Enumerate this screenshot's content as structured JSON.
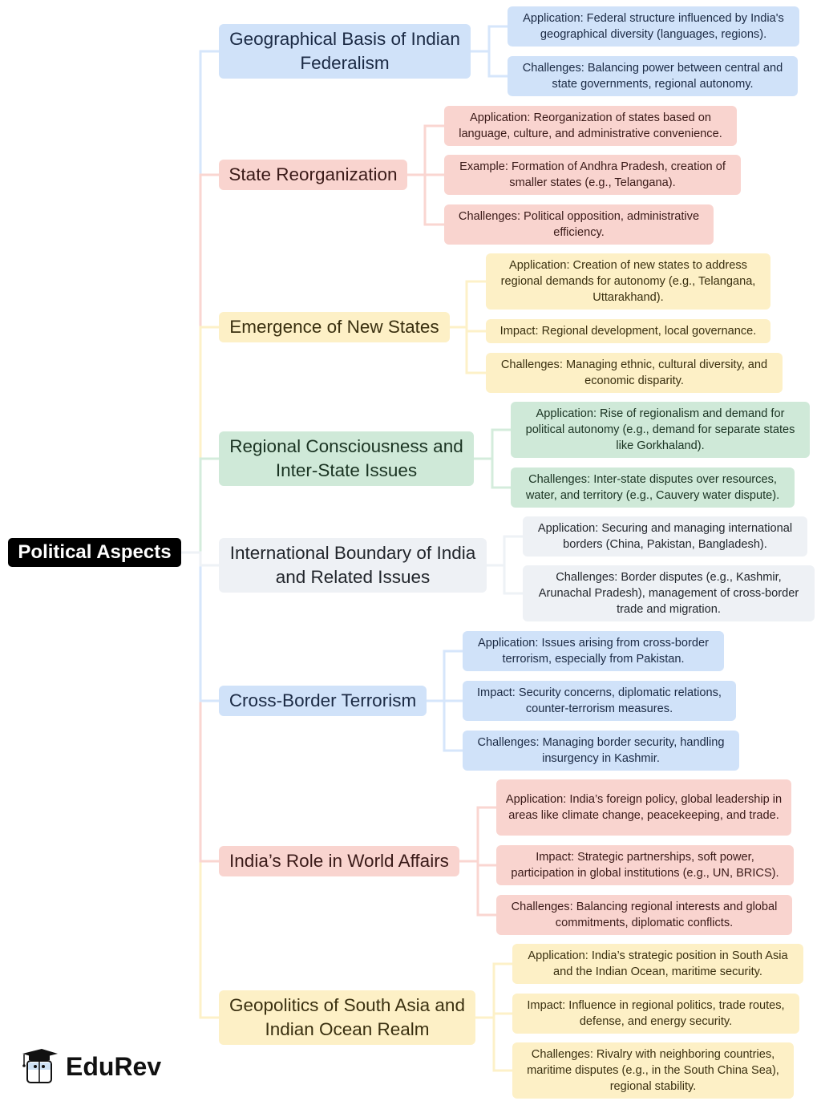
{
  "root": "Political Aspects",
  "colors": {
    "blue": "#d0e2f9",
    "pink": "#f9d4cf",
    "yellow": "#fdf0c6",
    "green": "#cfe9d8",
    "gray": "#eef1f5"
  },
  "branches": [
    {
      "title": "Geographical Basis of Indian Federalism",
      "color": "blue",
      "children": [
        "Application: Federal structure influenced by India's geographical diversity (languages, regions).",
        "Challenges: Balancing power between central and state governments, regional autonomy."
      ]
    },
    {
      "title": "State Reorganization",
      "color": "pink",
      "children": [
        "Application: Reorganization of states based on language, culture, and administrative convenience.",
        "Example: Formation of Andhra Pradesh, creation of smaller states (e.g., Telangana).",
        "Challenges: Political opposition, administrative efficiency."
      ]
    },
    {
      "title": "Emergence of New States",
      "color": "yellow",
      "children": [
        "Application: Creation of new states to address regional demands for autonomy (e.g., Telangana, Uttarakhand).",
        "Impact: Regional development, local governance.",
        "Challenges: Managing ethnic, cultural diversity, and economic disparity."
      ]
    },
    {
      "title": "Regional Consciousness and Inter-State Issues",
      "color": "green",
      "children": [
        "Application: Rise of regionalism and demand for political autonomy (e.g., demand for separate states like Gorkhaland).",
        "Challenges: Inter-state disputes over resources, water, and territory (e.g., Cauvery water dispute)."
      ]
    },
    {
      "title": "International Boundary of India and Related Issues",
      "color": "gray",
      "children": [
        "Application: Securing and managing international borders (China, Pakistan, Bangladesh).",
        "Challenges: Border disputes (e.g., Kashmir, Arunachal Pradesh), management of cross-border trade and migration."
      ]
    },
    {
      "title": "Cross-Border Terrorism",
      "color": "blue",
      "children": [
        "Application: Issues arising from cross-border terrorism, especially from Pakistan.",
        "Impact: Security concerns, diplomatic relations, counter-terrorism measures.",
        "Challenges: Managing border security, handling insurgency in Kashmir."
      ]
    },
    {
      "title": "India’s Role in World Affairs",
      "color": "pink",
      "children": [
        "Application: India’s foreign policy, global leadership in areas like climate change, peacekeeping, and trade.",
        "Impact: Strategic partnerships, soft power, participation in global institutions (e.g., UN, BRICS).",
        "Challenges: Balancing regional interests and global commitments, diplomatic conflicts."
      ]
    },
    {
      "title": "Geopolitics of South Asia and Indian Ocean Realm",
      "color": "yellow",
      "children": [
        "Application: India’s strategic position in South Asia and the Indian Ocean, maritime security.",
        "Impact: Influence in regional politics, trade routes, defense, and energy security.",
        "Challenges: Rivalry with neighboring countries, maritime disputes (e.g., in the South China Sea), regional stability."
      ]
    }
  ],
  "logo": "EduRev"
}
